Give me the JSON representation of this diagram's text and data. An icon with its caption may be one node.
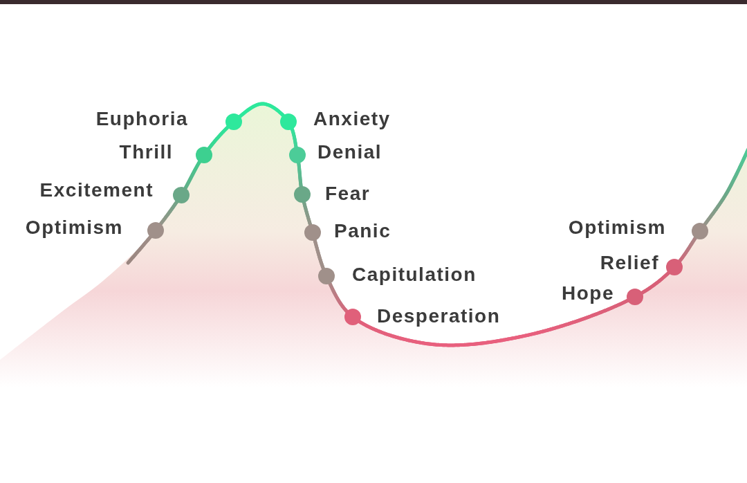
{
  "diagram": {
    "labels": [
      "Euphoria",
      "Anxiety",
      "Thrill",
      "Denial",
      "Excitement",
      "Fear",
      "Optimism",
      "Panic",
      "Optimism",
      "Relief",
      "Capitulation",
      "Hope",
      "Desperation"
    ]
  }
}
